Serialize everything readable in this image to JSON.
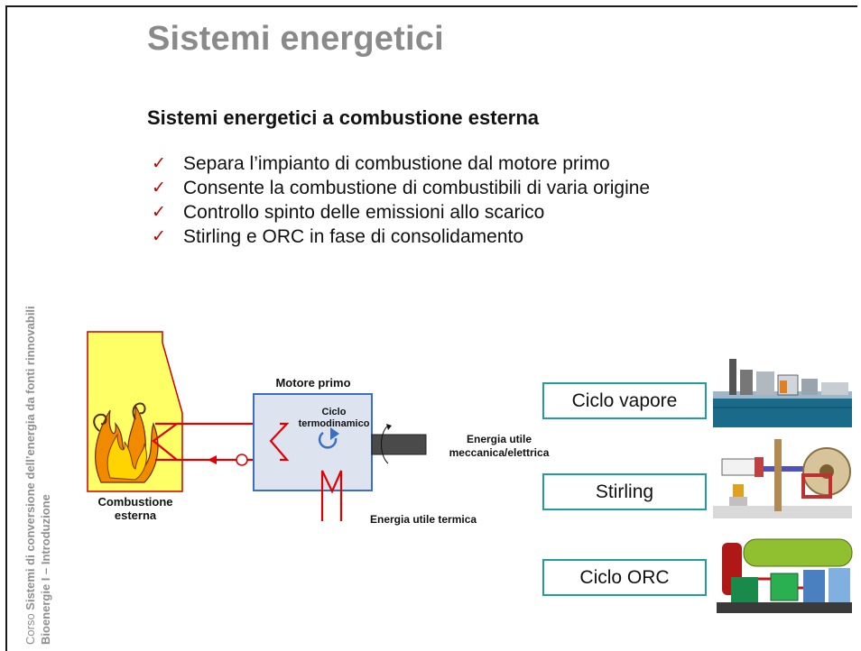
{
  "title": "Sistemi energetici",
  "subtitle": "Sistemi energetici a combustione esterna",
  "bullets": [
    "Separa l’impianto di combustione dal motore primo",
    "Consente la combustione di combustibili di varia origine",
    "Controllo spinto delle emissioni allo scarico",
    "Stirling e ORC in fase di consolidamento"
  ],
  "sidebar": {
    "prefix": "Corso ",
    "course": "Sistemi di conversione dell’energia da fonti rinnovabili",
    "module": "Bioenergie I – Introduzione"
  },
  "diagram": {
    "combustion_label_1": "Combustione",
    "combustion_label_2": "esterna",
    "engine_title": "Motore primo",
    "cycle_label_1": "Ciclo",
    "cycle_label_2": "termodinamico",
    "mech_label_1": "Energia utile",
    "mech_label_2": "meccanica/elettrica",
    "thermal_label": "Energia utile termica",
    "pump_symbol": "1"
  },
  "technologies": [
    {
      "label": "Ciclo vapore",
      "icon": "steam-plant-illustration"
    },
    {
      "label": "Stirling",
      "icon": "stirling-engine-illustration"
    },
    {
      "label": "Ciclo ORC",
      "icon": "orc-plant-illustration"
    }
  ],
  "colors": {
    "title_gray": "#8a8a8a",
    "check_red": "#c00000",
    "flame_box": "#ffff66",
    "engine_box": "#dde4f0",
    "engine_border": "#3a6fc2",
    "pipe_red": "#e00000",
    "tech_border": "#1f9e9e"
  }
}
